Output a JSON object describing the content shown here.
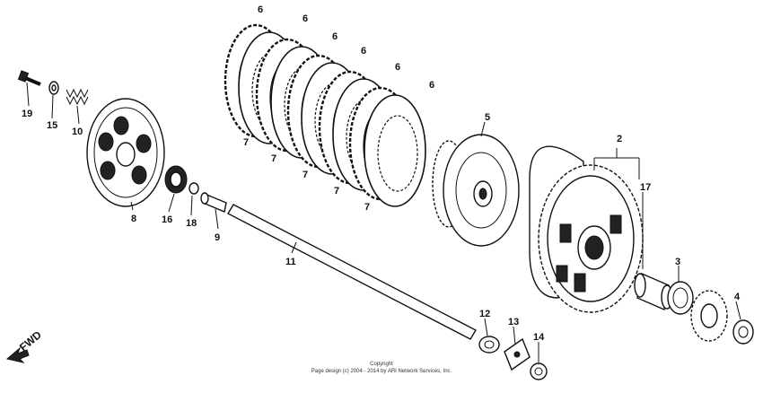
{
  "diagram": {
    "fwd_label": "FWD",
    "copyright_line1": "Copyright",
    "copyright_line2": "Page design (c) 2004 - 2014 by ARI Network Services, Inc.",
    "callouts": {
      "c2": "2",
      "c3": "3",
      "c4": "4",
      "c5": "5",
      "c6a": "6",
      "c6b": "6",
      "c6c": "6",
      "c6d": "6",
      "c6e": "6",
      "c6f": "6",
      "c7a": "7",
      "c7b": "7",
      "c7c": "7",
      "c7d": "7",
      "c7e": "7",
      "c8": "8",
      "c9": "9",
      "c10": "10",
      "c11": "11",
      "c12": "12",
      "c13": "13",
      "c14": "14",
      "c15": "15",
      "c16": "16",
      "c17": "17",
      "c18": "18",
      "c19": "19"
    }
  }
}
